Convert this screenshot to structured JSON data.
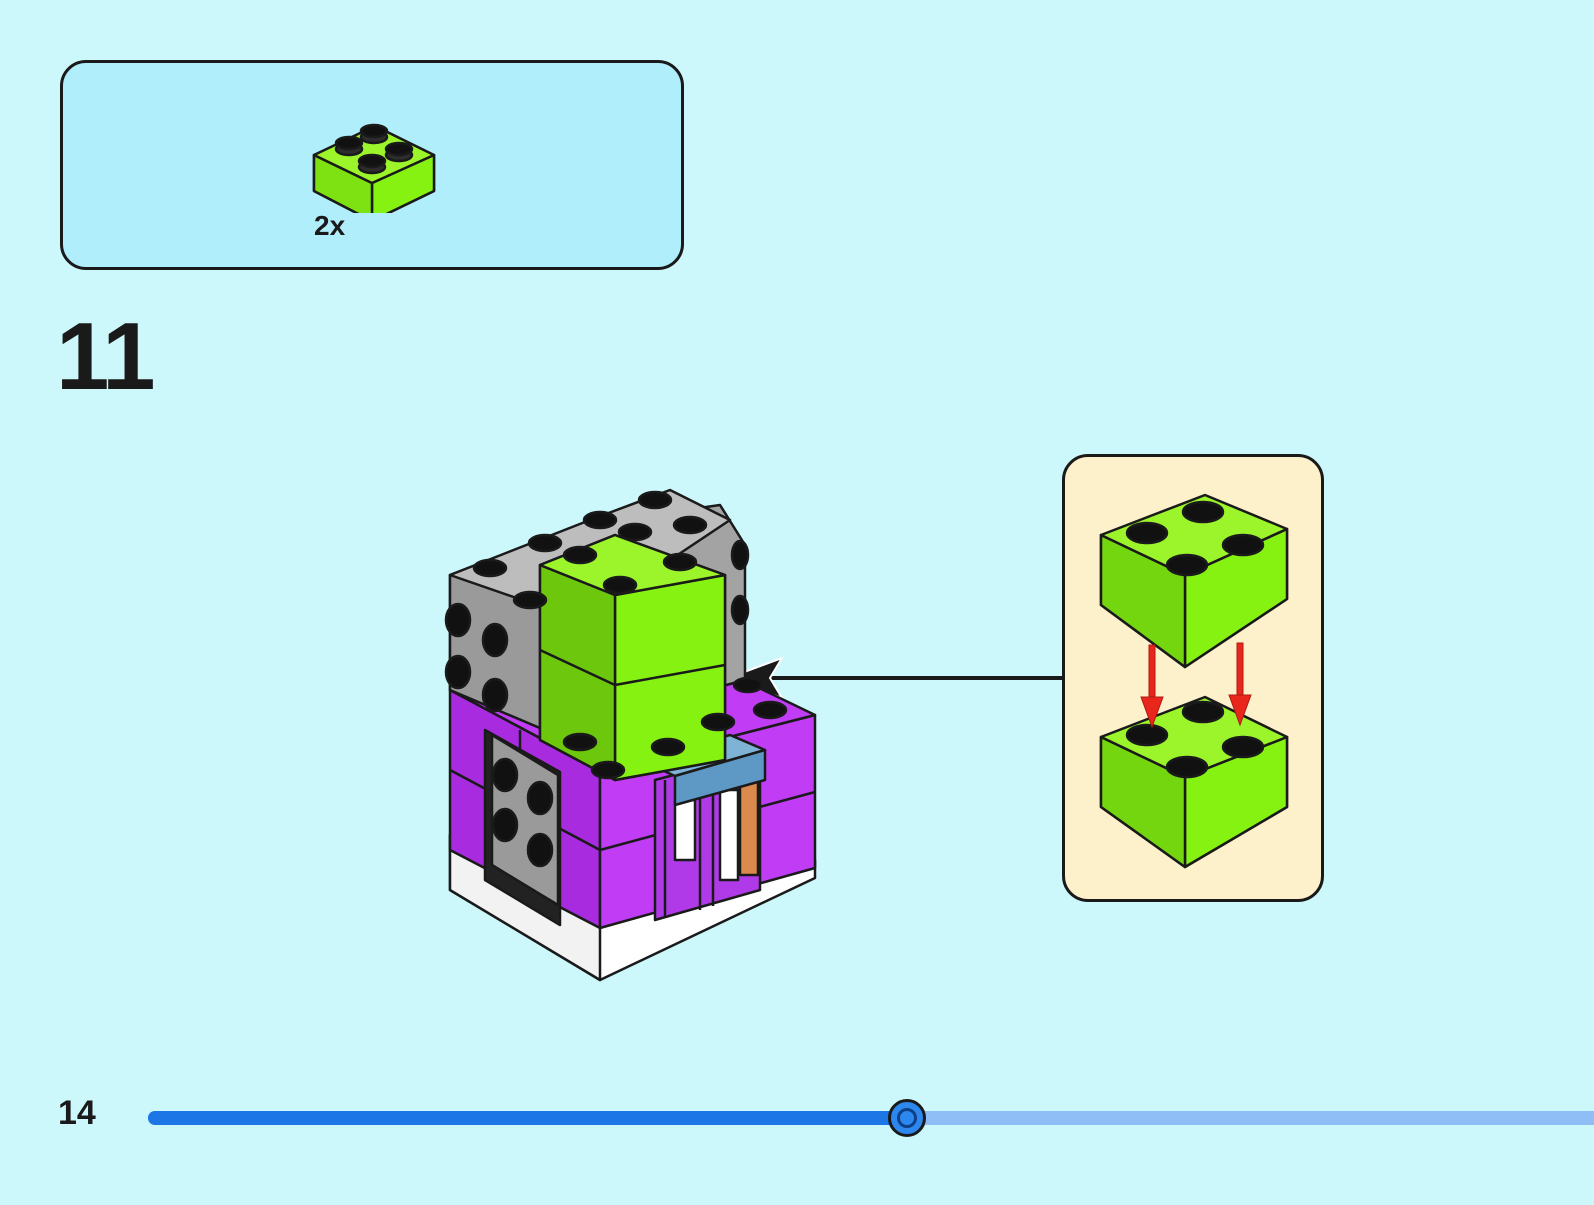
{
  "parts_list": {
    "quantity_label": "2x",
    "part_color": "#86f211",
    "part_name": "2x2-brick-lime"
  },
  "step": {
    "number": "11"
  },
  "callout": {
    "brick_color": "#86f211",
    "arrow_color": "#e8261c"
  },
  "footer": {
    "page_number": "14",
    "progress_fraction": 0.52
  },
  "colors": {
    "background": "#ccf8fb",
    "parts_box": "#afeefa",
    "callout_box": "#fdf1cb",
    "lime": "#86f211",
    "purple": "#b42ee8",
    "gray": "#a3a3a3",
    "progress_fill": "#1c76e6",
    "progress_track": "#8fbdf5"
  }
}
